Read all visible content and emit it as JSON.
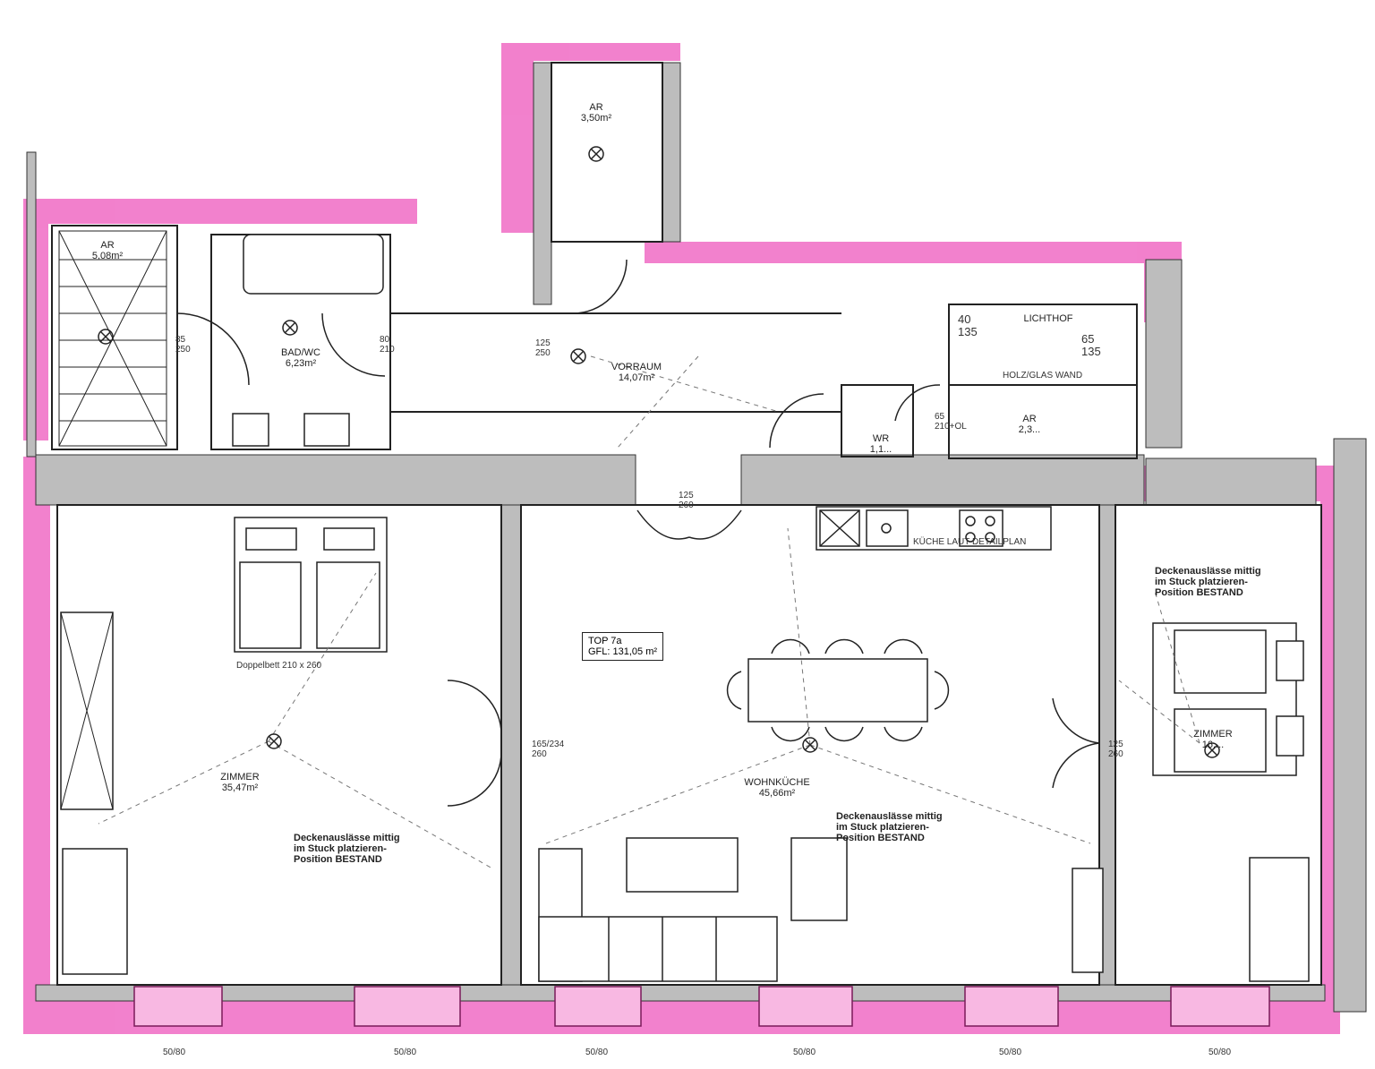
{
  "colors": {
    "wall": "#bdbdbd",
    "highlight": "#f06bc4",
    "line": "#222222",
    "dashed": "#777777",
    "paper": "#ffffff"
  },
  "unit": {
    "label": "TOP 7a",
    "area": "GFL: 131,05 m²"
  },
  "rooms": {
    "ar_left": {
      "name": "AR",
      "area": "5,08m²"
    },
    "ar_top": {
      "name": "AR",
      "area": "3,50m²"
    },
    "bad": {
      "name": "BAD/WC",
      "area": "6,23m²"
    },
    "vorraum": {
      "name": "VORRAUM",
      "area": "14,07m²"
    },
    "lichthof": {
      "name": "LICHTHOF"
    },
    "holzglas": {
      "name": "HOLZ/GLAS WAND"
    },
    "ar_right": {
      "name": "AR",
      "area": "2,3..."
    },
    "wr": {
      "name": "WR",
      "area": "1,1..."
    },
    "zimmer_left": {
      "name": "ZIMMER",
      "area": "35,47m²"
    },
    "wohnkueche": {
      "name": "WOHNKÜCHE",
      "area": "45,66m²"
    },
    "zimmer_right": {
      "name": "ZIMMER",
      "area": "16,..."
    },
    "kueche": {
      "name": "KÜCHE LAUT DETAILPLAN"
    },
    "doppelbett": {
      "name": "Doppelbett 210 x 260"
    }
  },
  "notes": {
    "left": [
      "Deckenauslässe mittig",
      "im Stuck platzieren-",
      "Position BESTAND"
    ],
    "center": [
      "Deckenauslässe mittig",
      "im Stuck platzieren-",
      "Position BESTAND"
    ],
    "right": [
      "Deckenauslässe mittig",
      "im Stuck platzieren-",
      "Position BESTAND"
    ]
  },
  "dimensions": {
    "d_85_250": [
      "85",
      "250"
    ],
    "d_80_210": [
      "80",
      "210"
    ],
    "d_125_250": [
      "125",
      "250"
    ],
    "d_40_135": [
      "40",
      "135"
    ],
    "d_65_135": [
      "65",
      "135"
    ],
    "d_65_210ol": [
      "65",
      "210+OL"
    ],
    "d_165_234": [
      "165/234",
      "260"
    ],
    "d_125_260": [
      "125",
      "260"
    ],
    "d_125_260_entry": [
      "125",
      "260"
    ],
    "bottom": [
      "50/80",
      "50/80",
      "50/80",
      "50/80",
      "50/80",
      "50/80"
    ]
  }
}
